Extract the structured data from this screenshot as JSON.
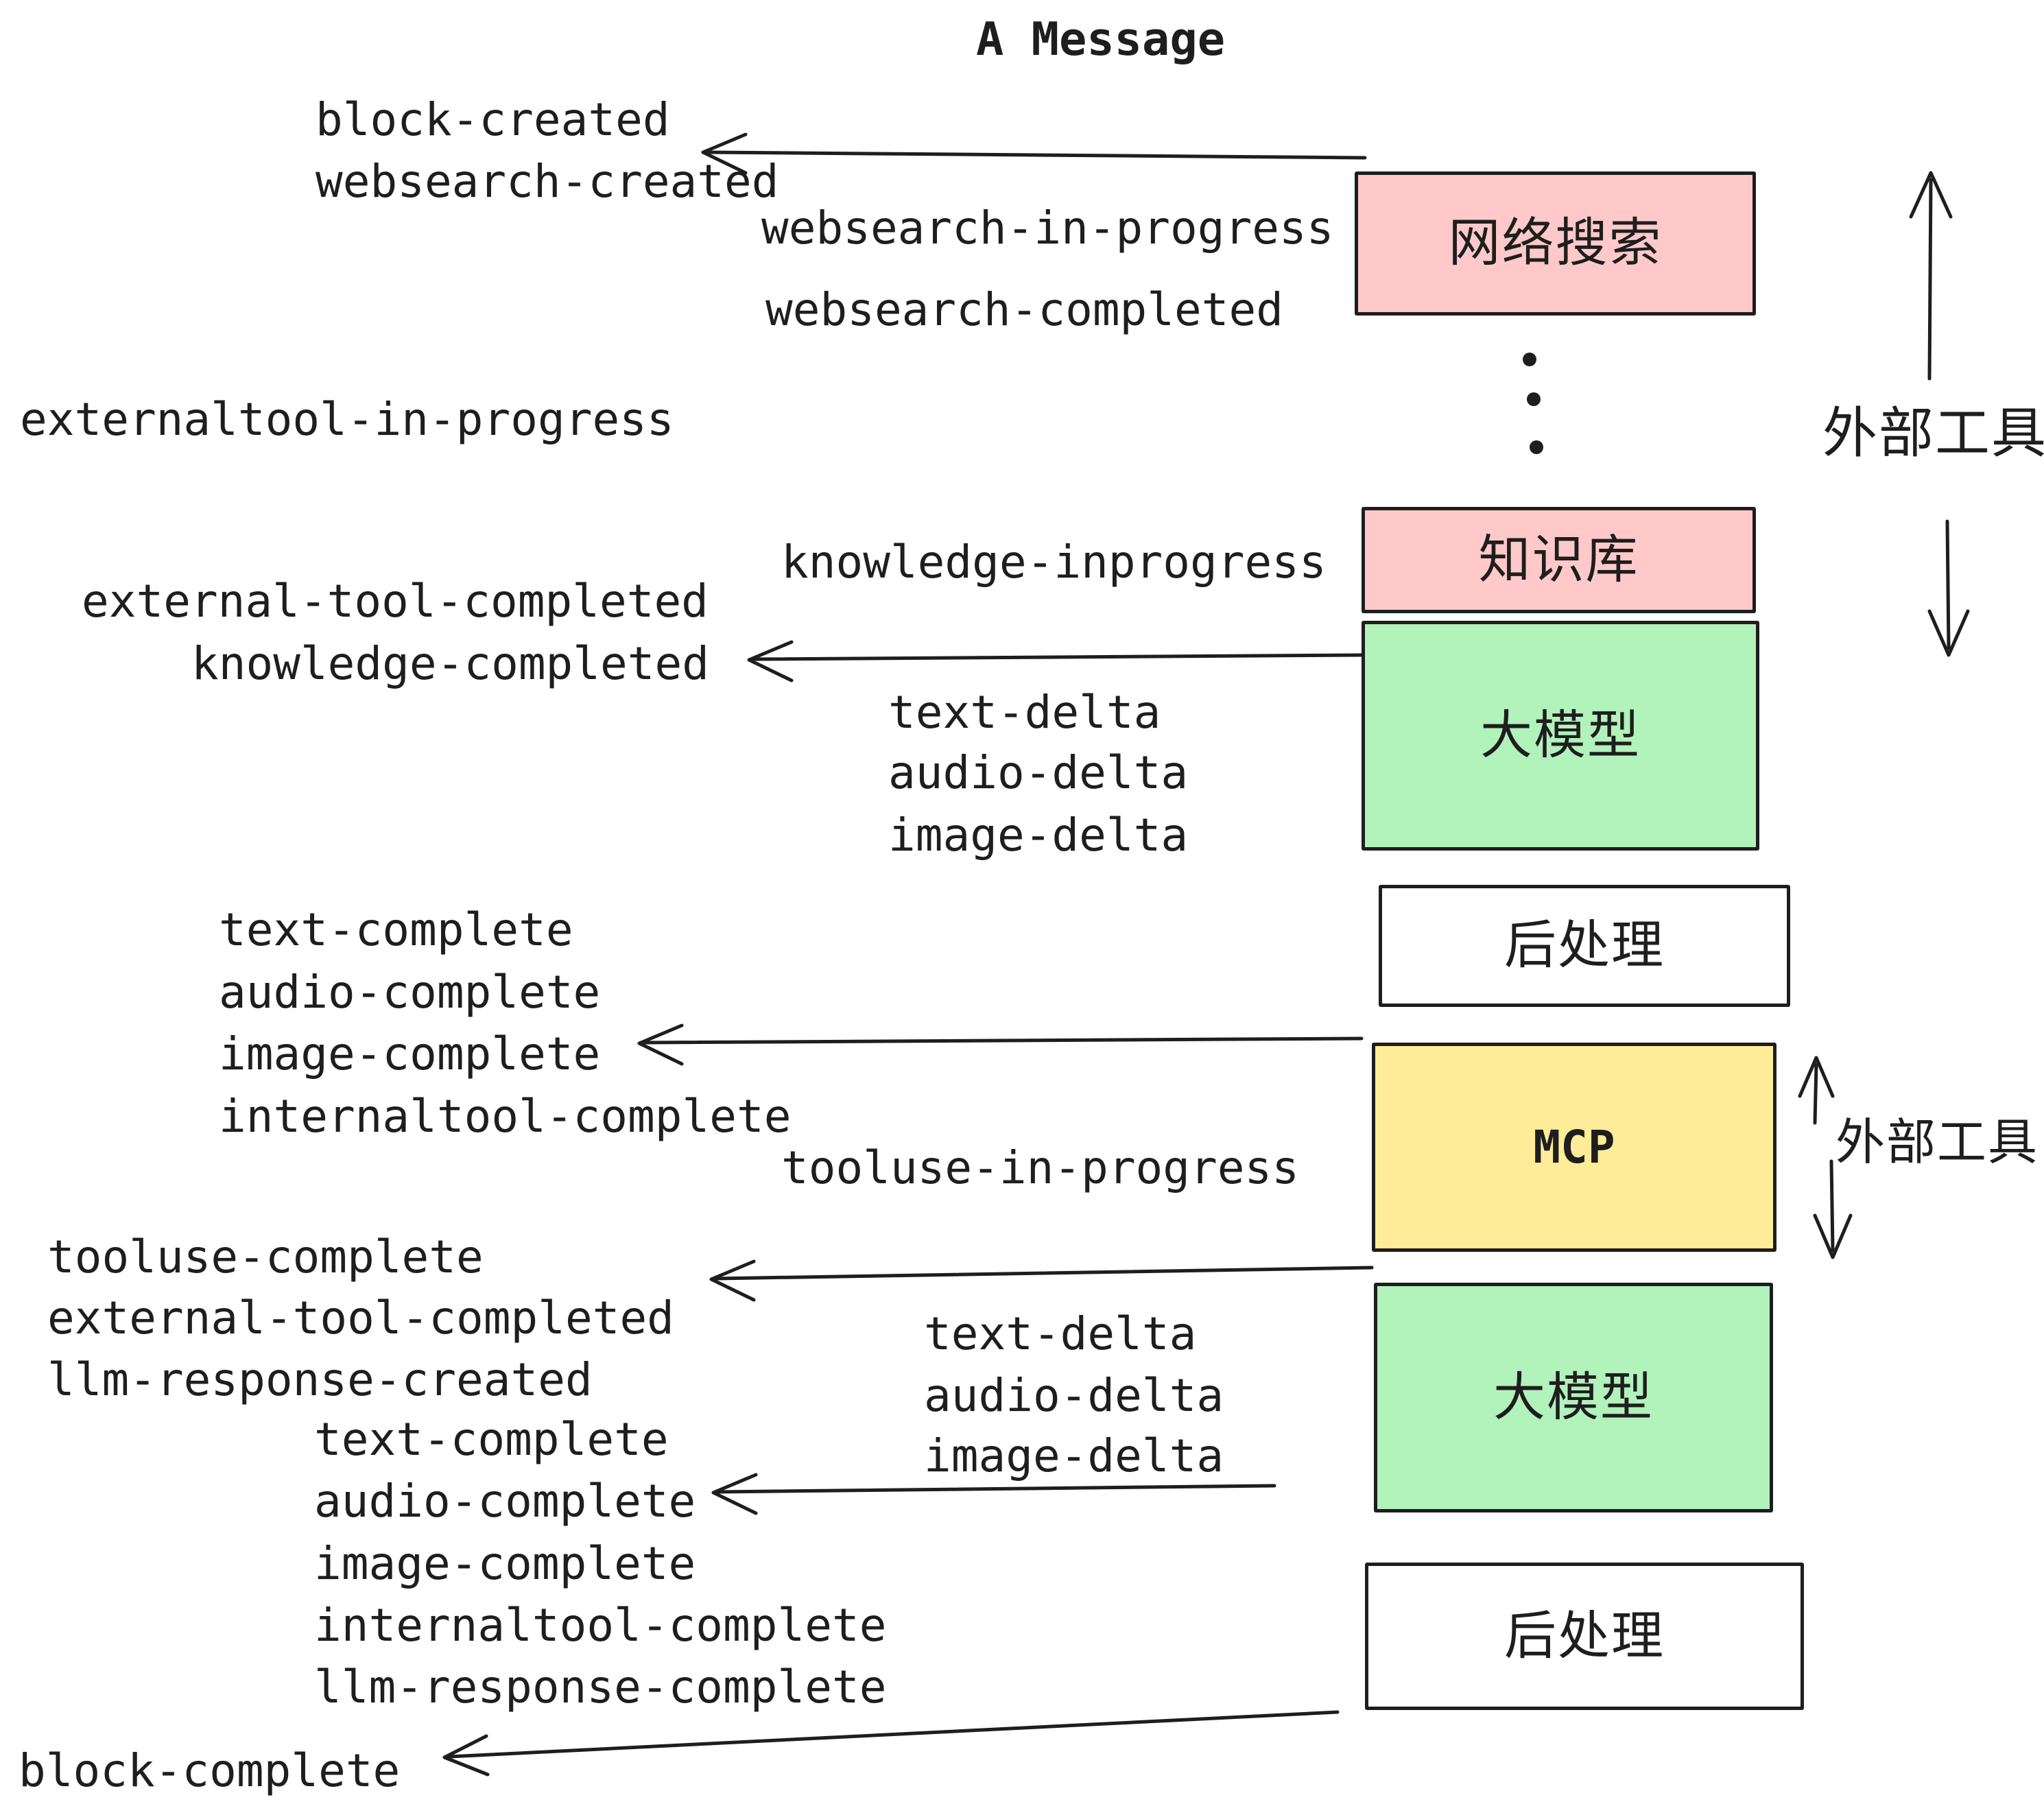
{
  "title": "A Message",
  "colors": {
    "pink": "#ffc9c9",
    "green": "#b2f2bb",
    "yellow": "#ffec99",
    "white": "#ffffff",
    "ink": "#1e1e1e"
  },
  "boxes": [
    {
      "id": "websearch",
      "label": "网络搜索",
      "color": "pink"
    },
    {
      "id": "knowledge",
      "label": "知识库",
      "color": "pink"
    },
    {
      "id": "llm-1",
      "label": "大模型",
      "color": "green"
    },
    {
      "id": "postprocess-1",
      "label": "后处理",
      "color": "white"
    },
    {
      "id": "mcp",
      "label": "MCP",
      "color": "yellow"
    },
    {
      "id": "llm-2",
      "label": "大模型",
      "color": "green"
    },
    {
      "id": "postprocess-2",
      "label": "后处理",
      "color": "white"
    }
  ],
  "side_labels": [
    {
      "text": "外部工具"
    },
    {
      "text": "外部工具"
    }
  ],
  "events": [
    {
      "text": "block-created"
    },
    {
      "text": "websearch-created"
    },
    {
      "text": "websearch-in-progress"
    },
    {
      "text": "websearch-completed"
    },
    {
      "text": "externaltool-in-progress"
    },
    {
      "text": "knowledge-inprogress"
    },
    {
      "text": "external-tool-completed"
    },
    {
      "text": "knowledge-completed"
    },
    {
      "text": "text-delta"
    },
    {
      "text": "audio-delta"
    },
    {
      "text": "image-delta"
    },
    {
      "text": "text-complete"
    },
    {
      "text": "audio-complete"
    },
    {
      "text": "image-complete"
    },
    {
      "text": "internaltool-complete"
    },
    {
      "text": "tooluse-in-progress"
    },
    {
      "text": "tooluse-complete"
    },
    {
      "text": "external-tool-completed"
    },
    {
      "text": "llm-response-created"
    },
    {
      "text": "text-complete"
    },
    {
      "text": "audio-complete"
    },
    {
      "text": "image-complete"
    },
    {
      "text": "internaltool-complete"
    },
    {
      "text": "llm-response-complete"
    },
    {
      "text": "text-delta"
    },
    {
      "text": "audio-delta"
    },
    {
      "text": "image-delta"
    },
    {
      "text": "block-complete"
    }
  ]
}
